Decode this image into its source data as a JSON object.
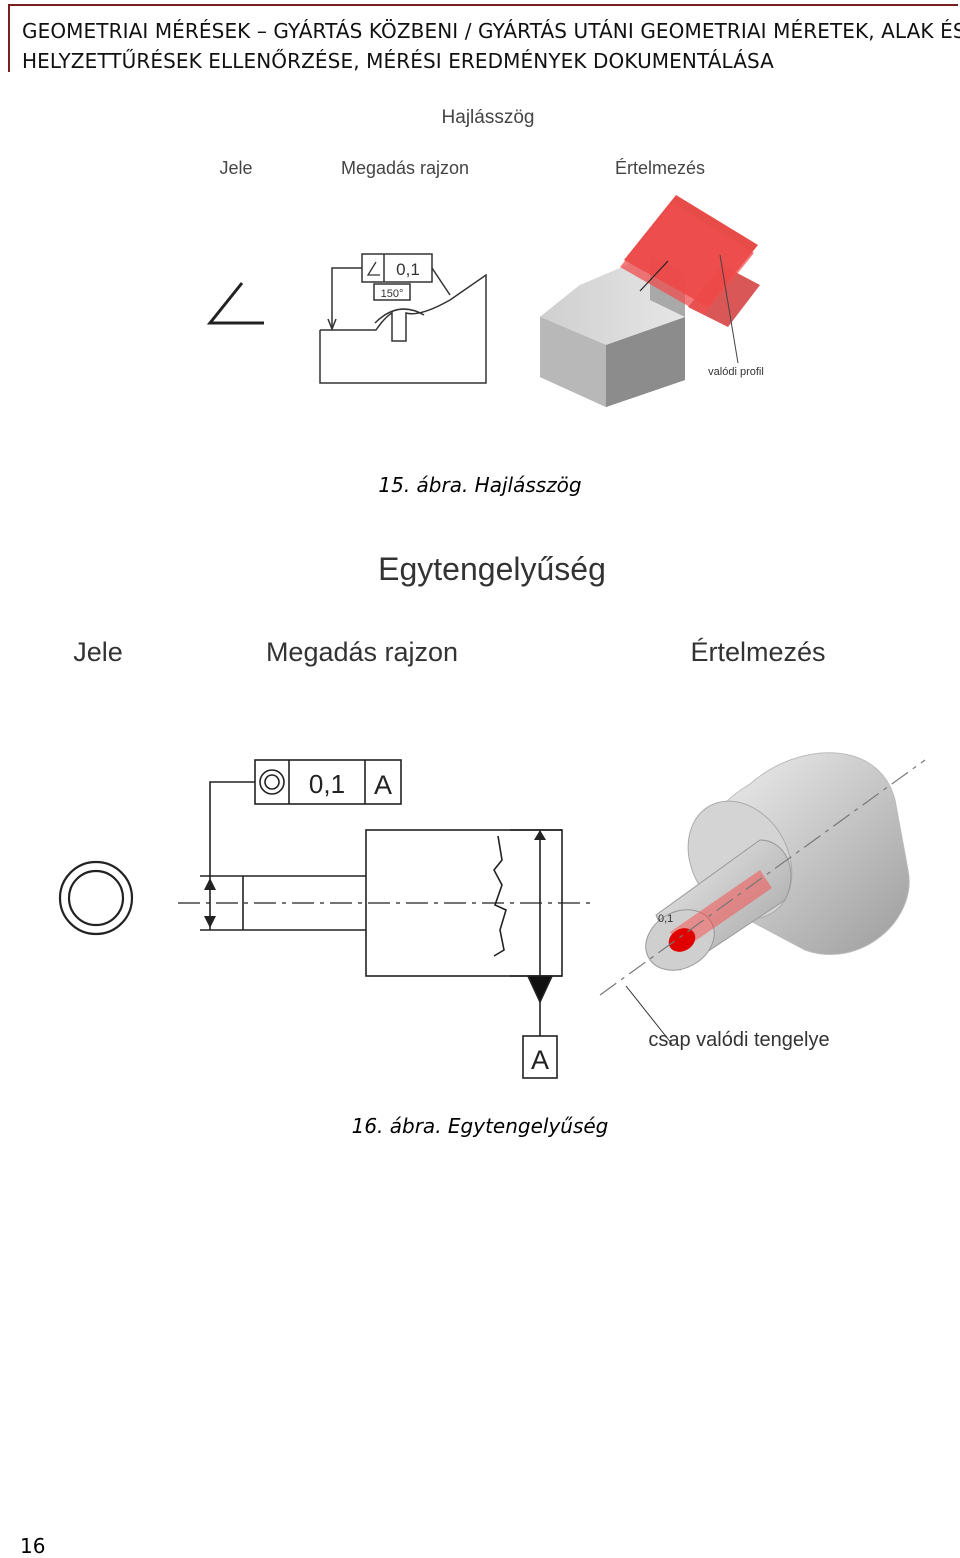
{
  "header": {
    "line1": "GEOMETRIAI MÉRÉSEK – GYÁRTÁS KÖZBENI / GYÁRTÁS UTÁNI GEOMETRIAI MÉRETEK, ALAK ÉS",
    "line2": "HELYZETTŰRÉSEK ELLENŐRZÉSE, MÉRÉSI EREDMÉNYEK DOKUMENTÁLÁSA"
  },
  "figure15": {
    "title": "Hajlásszög",
    "col_symbol": "Jele",
    "col_drawing": "Megadás rajzon",
    "col_meaning": "Értelmezés",
    "tolerance": "0,1",
    "angle": "150°",
    "profile_label": "valódi profil",
    "caption": "15. ábra. Hajlásszög"
  },
  "figure16": {
    "title": "Egytengelyűség",
    "col_symbol": "Jele",
    "col_drawing": "Megadás rajzon",
    "col_meaning": "Értelmezés",
    "tolerance": "0,1",
    "datum": "A",
    "datum_box": "A",
    "zone_label": "0,1",
    "axis_label": "csap valódi tengelye",
    "caption": "16. ábra. Egytengelyűség"
  },
  "page": {
    "number": "16"
  }
}
